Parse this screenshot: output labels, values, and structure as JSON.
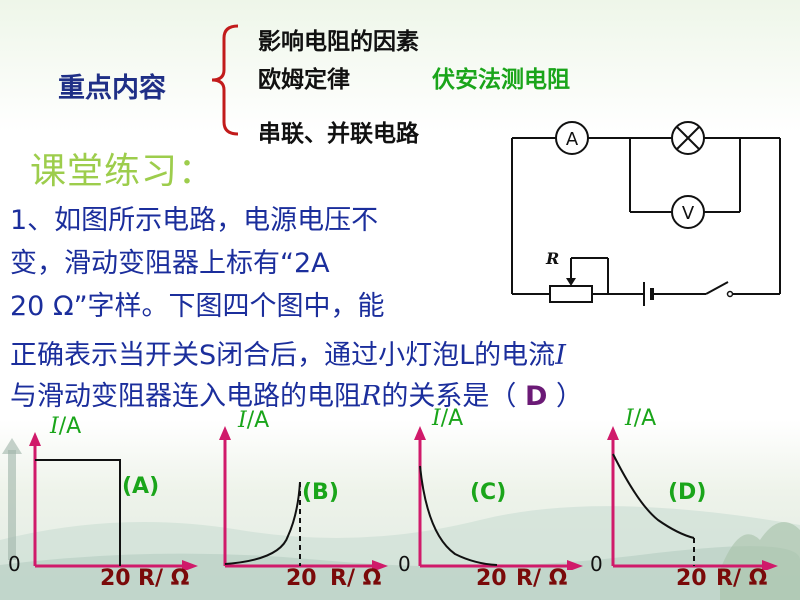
{
  "header": {
    "key_content_label": "重点内容",
    "items": [
      "影响电阻的因素",
      "欧姆定律",
      "伏安法测电阻",
      "串联、并联电路"
    ]
  },
  "practice_title": "课堂练习：",
  "question": {
    "line1": "1、如图所示电路，电源电压不",
    "line2": "变，滑动变阻器上标有“2A",
    "line3": "20 Ω”字样。下图四个图中，能",
    "line4_prefix": "正确表示当开关S闭合后，通过小灯泡L的电流",
    "line4_var": "I",
    "line5_prefix": "与滑动变阻器连入电路的电阻",
    "line5_var": "R",
    "line5_suffix": "的关系是（ ",
    "answer": "D",
    "close_paren": " ）"
  },
  "circuit": {
    "ammeter_label": "A",
    "voltmeter_label": "V",
    "rheostat_label": "R"
  },
  "graphs": [
    {
      "label": "(A)",
      "y_axis_var": "I",
      "y_axis_unit": "/A",
      "x_axis_label": "R/ Ω",
      "x_tick": "20",
      "origin": "0"
    },
    {
      "label": "(B)",
      "y_axis_var": "I",
      "y_axis_unit": "/A",
      "x_axis_label": "R/ Ω",
      "x_tick": "20",
      "origin": ""
    },
    {
      "label": "(C)",
      "y_axis_var": "I",
      "y_axis_unit": "/A",
      "x_axis_label": "R/ Ω",
      "x_tick": "20",
      "origin": "0"
    },
    {
      "label": "(D)",
      "y_axis_var": "I",
      "y_axis_unit": "/A",
      "x_axis_label": "R/ Ω",
      "x_tick": "20",
      "origin": "0"
    }
  ],
  "colors": {
    "axis": "#d01a6a",
    "curve": "#111111",
    "label_green": "#1aa51a",
    "answer_purple": "#6b1a76"
  }
}
